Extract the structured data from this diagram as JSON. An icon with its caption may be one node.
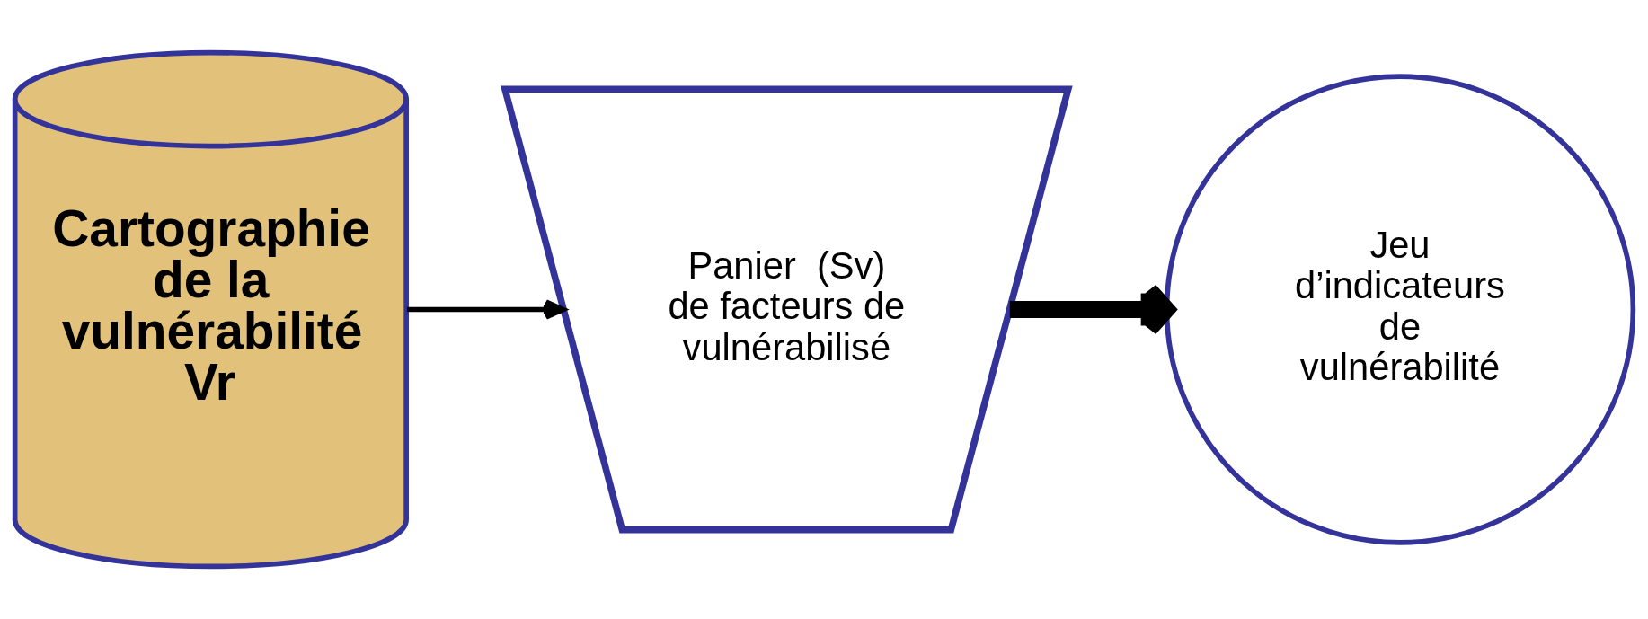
{
  "diagram": {
    "nodes": [
      {
        "text": [
          "Cartographie de la vulnérabilité Vr"
        ]
      },
      {
        "text": [
          "Panier  (Sv) de facteurs de vulnérabilisé"
        ]
      },
      {
        "text": [
          "Jeu d’indicateurs de vulnérabilité"
        ]
      }
    ],
    "edges": [
      {
        "from": 0,
        "to": 1,
        "arrow": "to"
      },
      {
        "from": 1,
        "to": 2,
        "arrow": "to",
        "style": "thick"
      }
    ]
  }
}
